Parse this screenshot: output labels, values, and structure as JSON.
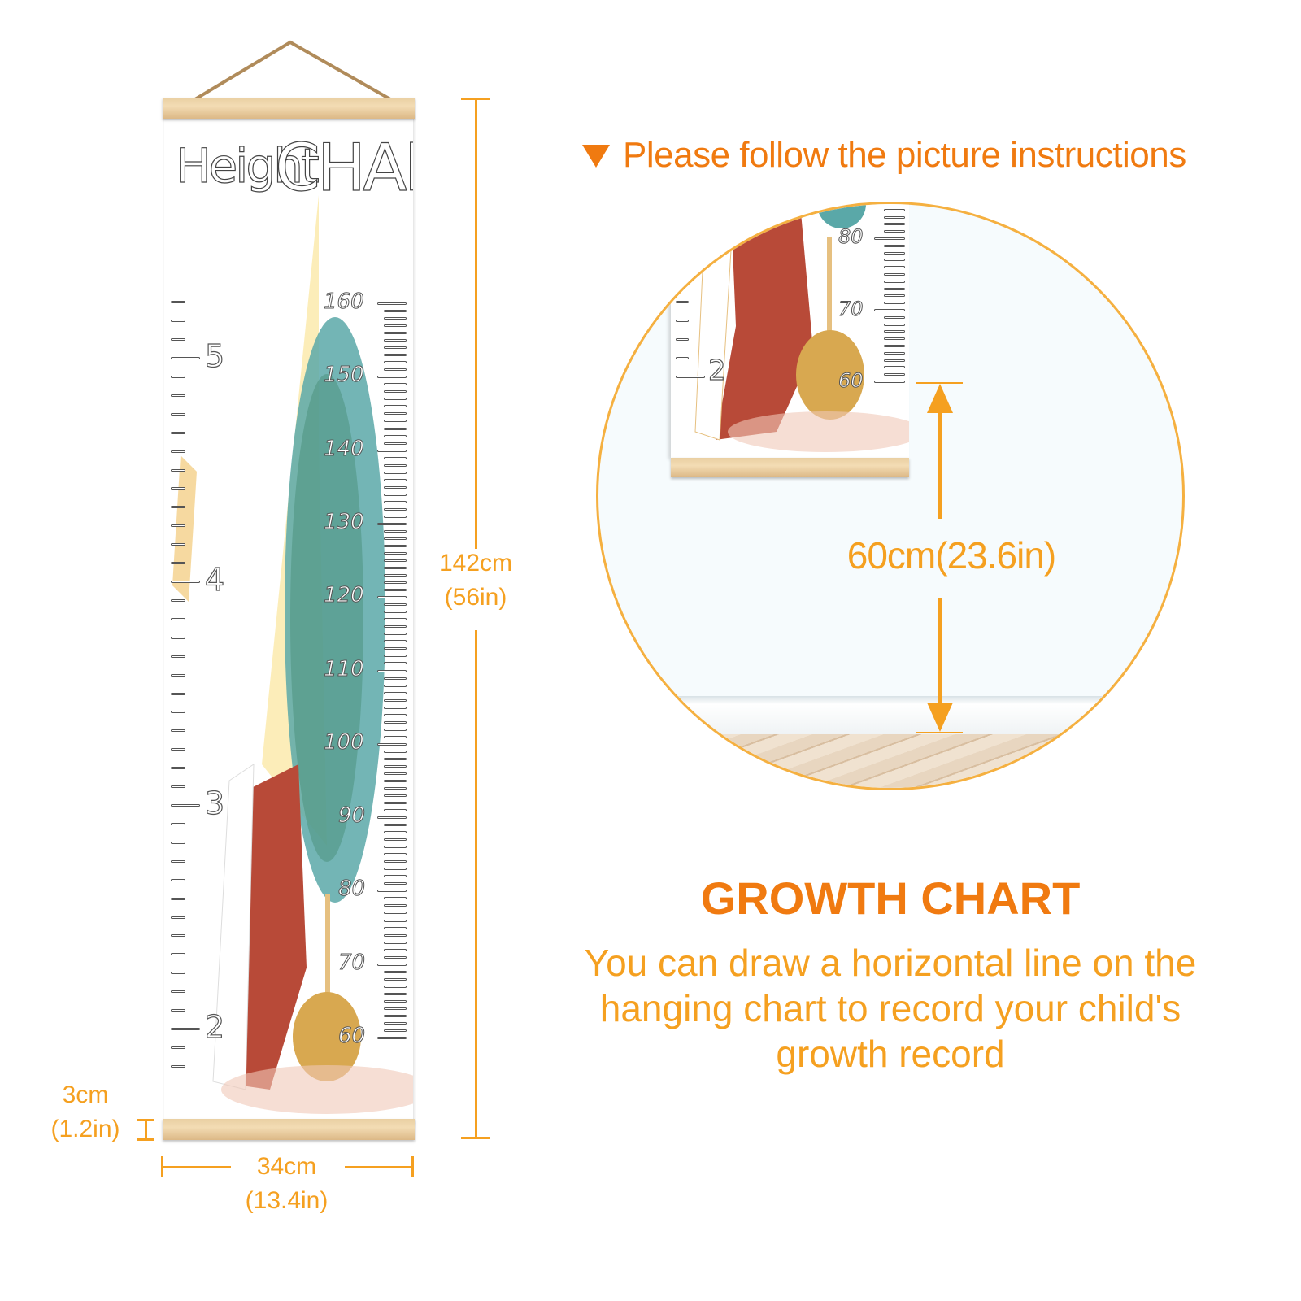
{
  "poster": {
    "title_word1": "Height",
    "title_word2": "CHART",
    "cm_labels": [
      "160",
      "150",
      "140",
      "130",
      "120",
      "110",
      "100",
      "90",
      "80",
      "70",
      "60"
    ],
    "ft_labels": [
      "5",
      "4",
      "3",
      "2"
    ]
  },
  "dimensions": {
    "height_cm": "142cm",
    "height_in": "(56in)",
    "width_cm": "34cm",
    "width_in": "(13.4in)",
    "bar_cm": "3cm",
    "bar_in": "(1.2in)"
  },
  "instructions": {
    "header": "Please follow the picture instructions",
    "header_icon": "triangle-down-icon",
    "mount_height": "60cm(23.6in)",
    "mini_cm_labels": [
      "80",
      "70",
      "60"
    ],
    "mini_ft_label": "2"
  },
  "info": {
    "title": "GROWTH CHART",
    "description": "You can draw a horizontal line on the hanging chart to record your child's growth record"
  },
  "colors": {
    "accent": "#f5a020",
    "title": "#f07a10"
  }
}
